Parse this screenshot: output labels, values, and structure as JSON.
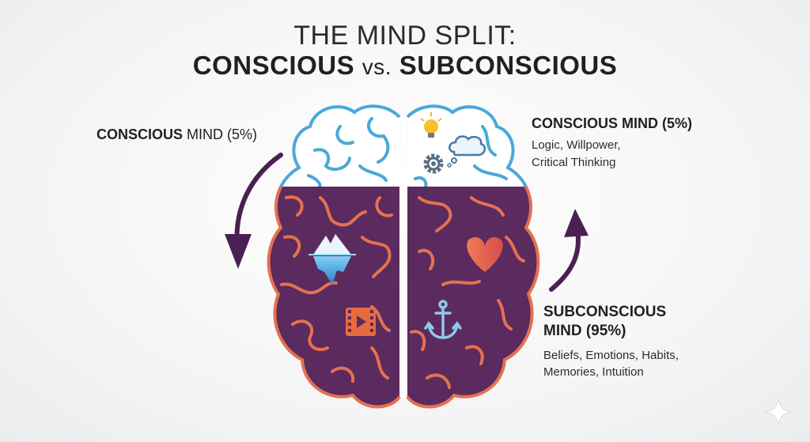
{
  "title": {
    "line1": "THE MIND SPLIT:",
    "line2_a": "CONSCIOUS",
    "line2_vs": "vs.",
    "line2_b": "SUBCONSCIOUS"
  },
  "left_label": {
    "bold": "CONSCIOUS",
    "rest": " MIND (5%)"
  },
  "right_conscious": {
    "heading": "CONSCIOUS MIND (5%)",
    "line1": "Logic, Willpower,",
    "line2": "Critical Thinking"
  },
  "right_subconscious": {
    "heading_line1": "SUBCONSCIOUS",
    "heading_line2": "MIND (95%)",
    "line1": "Beliefs, Emotions, Habits,",
    "line2": "Memories, Intuition"
  },
  "icons": [
    "lightbulb-icon",
    "gear-icon",
    "thought-bubble-icon",
    "iceberg-icon",
    "heart-icon",
    "film-play-icon",
    "anchor-icon",
    "sparkle-icon"
  ],
  "colors": {
    "conscious_fill": "#ffffff",
    "conscious_outline": "#4aa8d8",
    "subconscious_fill": "#5b2a5e",
    "subconscious_outline": "#e4714f",
    "arrow": "#4a1f52"
  }
}
